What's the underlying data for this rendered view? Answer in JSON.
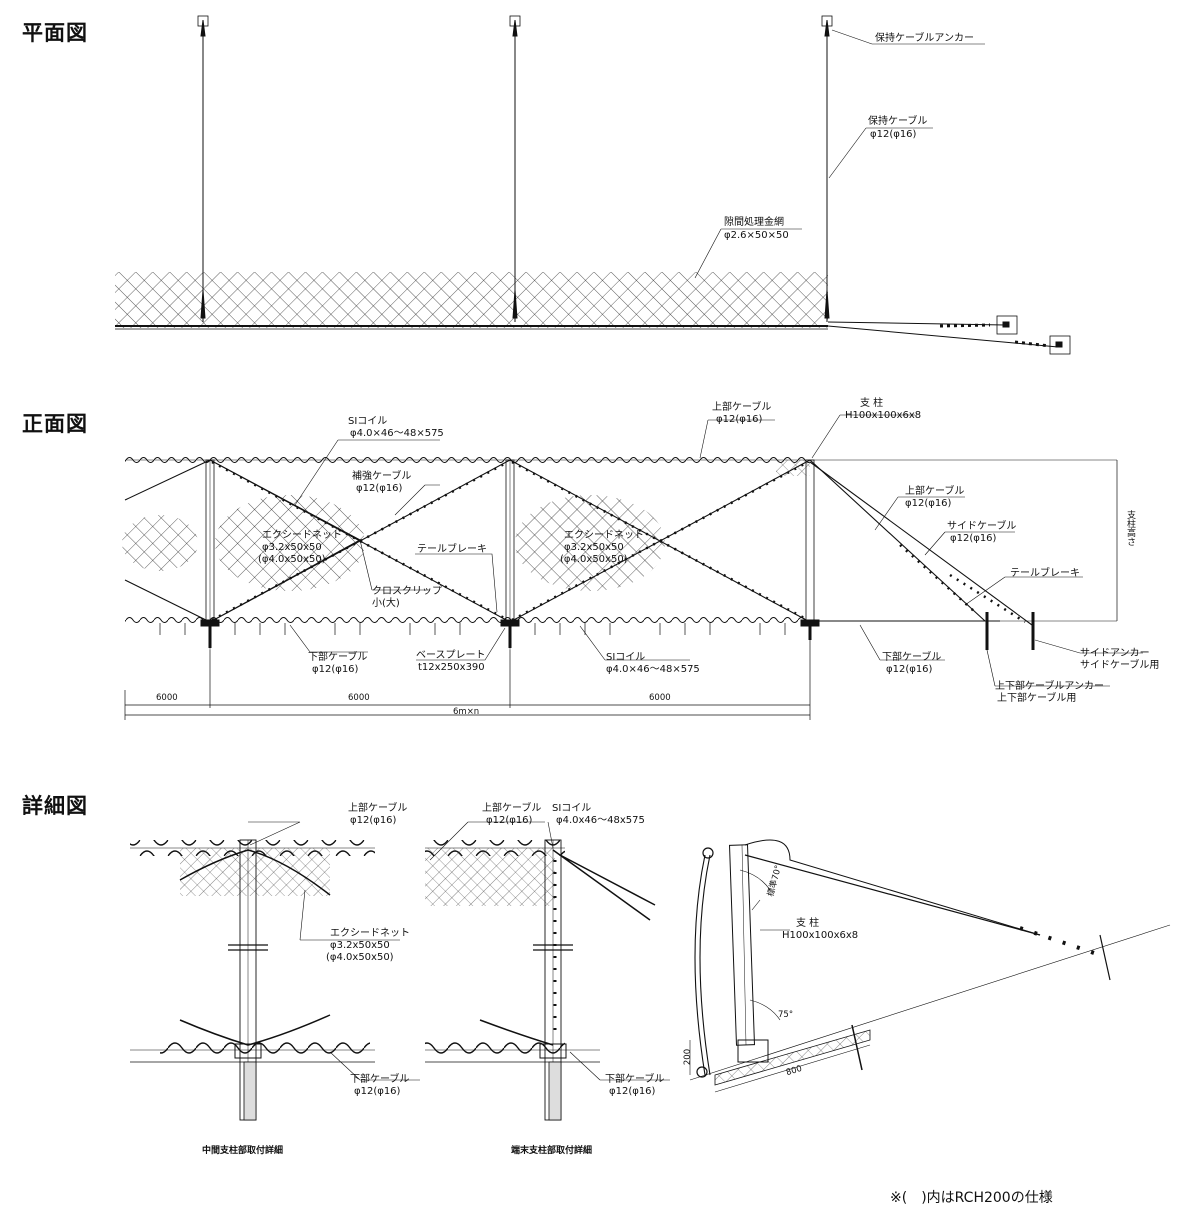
{
  "sections": {
    "plan": "平面図",
    "front": "正面図",
    "detail": "詳細図"
  },
  "plan": {
    "anchor_label": "保持ケーブルアンカー",
    "cable_label": "保持ケーブル",
    "cable_spec": "φ12(φ16)",
    "mesh_label": "隙間処理金網",
    "mesh_spec": "φ2.6×50×50"
  },
  "front": {
    "si_coil_top": "SIコイル",
    "si_coil_top_spec": "φ4.0×46〜48×575",
    "top_cable": "上部ケーブル",
    "top_cable_spec": "φ12(φ16)",
    "post": "支 柱",
    "post_spec": "H100x100x6x8",
    "reinforce_cable": "補強ケーブル",
    "reinforce_cable_spec": "φ12(φ16)",
    "net_left": "エクシードネット",
    "net_left_spec1": "φ3.2x50x50",
    "net_left_spec2": "(φ4.0x50x50)",
    "net_right": "エクシードネット",
    "net_right_spec1": "φ3.2x50x50",
    "net_right_spec2": "(φ4.0x50x50)",
    "tail_brake_mid": "テールブレーキ",
    "cross_clip": "クロスクリップ",
    "cross_clip_size": "小(大)",
    "top_cable_right": "上部ケーブル",
    "top_cable_right_spec": "φ12(φ16)",
    "side_cable": "サイドケーブル",
    "side_cable_spec": "φ12(φ16)",
    "tail_brake_right": "テールブレーキ",
    "post_height": "支柱高さ",
    "bottom_cable_left": "下部ケーブル",
    "bottom_cable_left_spec": "φ12(φ16)",
    "base_plate": "ベースプレート",
    "base_plate_spec": "t12x250x390",
    "si_coil_bottom": "SIコイル",
    "si_coil_bottom_spec": "φ4.0×46〜48×575",
    "bottom_cable_right": "下部ケーブル",
    "bottom_cable_right_spec": "φ12(φ16)",
    "side_anchor": "サイドアンカー",
    "side_anchor_use": "サイドケーブル用",
    "tb_anchor": "上下部ケーブルアンカー",
    "tb_anchor_use": "上下部ケーブル用",
    "dim_1": "6000",
    "dim_2": "6000",
    "dim_3": "6000",
    "dim_total": "6m×n"
  },
  "detail": {
    "mid_top_cable": "上部ケーブル",
    "mid_top_cable_spec": "φ12(φ16)",
    "mid_net": "エクシードネット",
    "mid_net_spec1": "φ3.2x50x50",
    "mid_net_spec2": "(φ4.0x50x50)",
    "mid_bottom_cable": "下部ケーブル",
    "mid_bottom_cable_spec": "φ12(φ16)",
    "mid_caption": "中間支柱部取付詳細",
    "end_top_cable": "上部ケーブル",
    "end_top_cable_spec": "φ12(φ16)",
    "end_si_coil": "SIコイル",
    "end_si_coil_spec": "φ4.0x46〜48x575",
    "end_bottom_cable": "下部ケーブル",
    "end_bottom_cable_spec": "φ12(φ16)",
    "end_caption": "端末支柱部取付詳細",
    "side_post": "支 柱",
    "side_post_spec": "H100x100x6x8",
    "angle_top": "標準70°",
    "angle_bottom": "75°",
    "dim_200": "200",
    "dim_800": "800"
  },
  "footnote": "※(　)内はRCH200の仕様"
}
